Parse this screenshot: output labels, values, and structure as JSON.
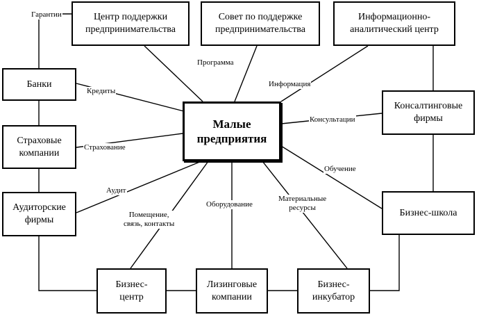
{
  "nodes": {
    "center": "Малые\nпредприятия",
    "support_center": "Центр поддержки\nпредпринимательства",
    "support_council": "Совет по поддержке\nпредпринимательства",
    "info_center": "Информационно-\nаналитический центр",
    "banks": "Банки",
    "insurance": "Страховые\nкомпании",
    "audit": "Аудиторские\nфирмы",
    "consulting": "Консалтинговые\nфирмы",
    "business_school": "Бизнес-школа",
    "business_center": "Бизнес-\nцентр",
    "leasing": "Лизинговые\nкомпании",
    "incubator": "Бизнес-\nинкубатор"
  },
  "links": {
    "guarantees": "Гарантии",
    "program": "Программа",
    "information": "Информация",
    "credits": "Кредиты",
    "consultations": "Консультации",
    "insurance": "Страхование",
    "training": "Обучение",
    "audit": "Аудит",
    "premises": "Помещение,\nсвязь, контакты",
    "equipment": "Оборудование",
    "materials": "Материальные\nресурсы"
  }
}
